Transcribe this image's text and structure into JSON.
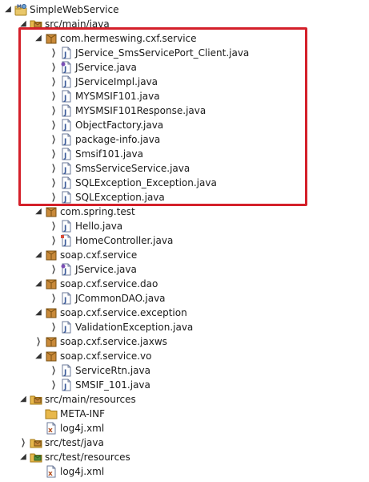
{
  "tree": [
    {
      "depth": 0,
      "expanded": true,
      "icon": "project-icon",
      "label": "SimpleWebService"
    },
    {
      "depth": 1,
      "expanded": true,
      "icon": "source-folder-icon",
      "label": "src/main/java"
    },
    {
      "depth": 2,
      "expanded": true,
      "icon": "package-icon",
      "label": "com.hermeswing.cxf.service"
    },
    {
      "depth": 3,
      "expanded": false,
      "icon": "java-file-icon",
      "label": "JService_SmsServicePort_Client.java"
    },
    {
      "depth": 3,
      "expanded": false,
      "icon": "java-interface-icon",
      "label": "JService.java"
    },
    {
      "depth": 3,
      "expanded": false,
      "icon": "java-file-icon",
      "label": "JServiceImpl.java"
    },
    {
      "depth": 3,
      "expanded": false,
      "icon": "java-file-icon",
      "label": "MYSMSIF101.java"
    },
    {
      "depth": 3,
      "expanded": false,
      "icon": "java-file-icon",
      "label": "MYSMSIF101Response.java"
    },
    {
      "depth": 3,
      "expanded": false,
      "icon": "java-file-icon",
      "label": "ObjectFactory.java"
    },
    {
      "depth": 3,
      "expanded": false,
      "icon": "java-file-icon",
      "label": "package-info.java"
    },
    {
      "depth": 3,
      "expanded": false,
      "icon": "java-file-icon",
      "label": "Smsif101.java"
    },
    {
      "depth": 3,
      "expanded": false,
      "icon": "java-file-icon",
      "label": "SmsServiceService.java"
    },
    {
      "depth": 3,
      "expanded": false,
      "icon": "java-file-icon",
      "label": "SQLException_Exception.java"
    },
    {
      "depth": 3,
      "expanded": false,
      "icon": "java-file-icon",
      "label": "SQLException.java"
    },
    {
      "depth": 2,
      "expanded": true,
      "icon": "package-icon",
      "label": "com.spring.test"
    },
    {
      "depth": 3,
      "expanded": false,
      "icon": "java-file-icon",
      "label": "Hello.java"
    },
    {
      "depth": 3,
      "expanded": false,
      "icon": "java-annotated-icon",
      "label": "HomeController.java"
    },
    {
      "depth": 2,
      "expanded": true,
      "icon": "package-icon",
      "label": "soap.cxf.service"
    },
    {
      "depth": 3,
      "expanded": false,
      "icon": "java-interface-icon",
      "label": "JService.java"
    },
    {
      "depth": 2,
      "expanded": true,
      "icon": "package-icon",
      "label": "soap.cxf.service.dao"
    },
    {
      "depth": 3,
      "expanded": false,
      "icon": "java-file-icon",
      "label": "JCommonDAO.java"
    },
    {
      "depth": 2,
      "expanded": true,
      "icon": "package-icon",
      "label": "soap.cxf.service.exception"
    },
    {
      "depth": 3,
      "expanded": false,
      "icon": "java-file-icon",
      "label": "ValidationException.java"
    },
    {
      "depth": 2,
      "expanded": false,
      "icon": "package-icon",
      "label": "soap.cxf.service.jaxws"
    },
    {
      "depth": 2,
      "expanded": true,
      "icon": "package-icon",
      "label": "soap.cxf.service.vo"
    },
    {
      "depth": 3,
      "expanded": false,
      "icon": "java-file-icon",
      "label": "ServiceRtn.java"
    },
    {
      "depth": 3,
      "expanded": false,
      "icon": "java-file-icon",
      "label": "SMSIF_101.java"
    },
    {
      "depth": 1,
      "expanded": true,
      "icon": "resource-folder-icon",
      "label": "src/main/resources"
    },
    {
      "depth": 2,
      "expanded": null,
      "icon": "folder-icon",
      "label": "META-INF"
    },
    {
      "depth": 2,
      "expanded": null,
      "icon": "xml-file-icon",
      "label": "log4j.xml"
    },
    {
      "depth": 1,
      "expanded": false,
      "icon": "source-folder-icon",
      "label": "src/test/java"
    },
    {
      "depth": 1,
      "expanded": true,
      "icon": "test-resource-folder-icon",
      "label": "src/test/resources"
    },
    {
      "depth": 2,
      "expanded": null,
      "icon": "xml-file-icon",
      "label": "log4j.xml"
    }
  ],
  "icon_labels": {
    "project": "M",
    "java": "J",
    "xml": "x"
  },
  "colors": {
    "highlight": "#d4202a",
    "package": "#c98a3a",
    "java": "#3b5b9a",
    "folder": "#e8b84b"
  }
}
